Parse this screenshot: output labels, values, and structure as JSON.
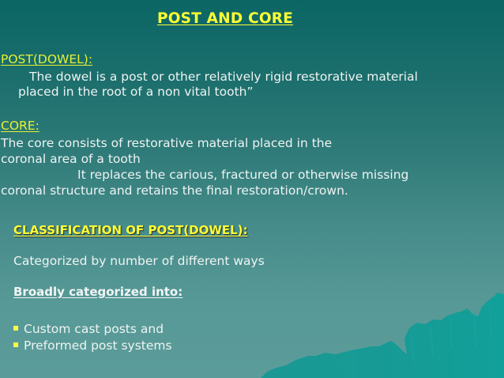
{
  "slide": {
    "title": "POST AND CORE",
    "post_heading": "POST(DOWEL):",
    "post_definition": [
      "The dowel is a post or other relatively rigid restorative material",
      "placed in the root of a non vital tooth”"
    ],
    "core_heading": "CORE:",
    "core_definition": [
      "The core consists of restorative material placed in the",
      "coronal area of a tooth",
      "It replaces the carious, fractured or otherwise missing",
      "coronal structure and retains the final restoration/crown."
    ],
    "classification_heading": "CLASSIFICATION OF POST(DOWEL):",
    "categorized_text": "Categorized by number of different ways",
    "broadly_heading": "Broadly categorized into:",
    "bullets": [
      {
        "icon": "square-bullet-icon",
        "text": "Custom cast posts and"
      },
      {
        "icon": "square-bullet-icon",
        "text": "Preformed post systems"
      }
    ],
    "colors": {
      "background_top": "#0b6664",
      "background_bottom": "#5b9c9a",
      "title": "#ffff33",
      "heading_yellow": "#e6f033",
      "body_text": "#eef4f3",
      "bullet": "#ffff44",
      "mountain": "#169b96"
    }
  }
}
